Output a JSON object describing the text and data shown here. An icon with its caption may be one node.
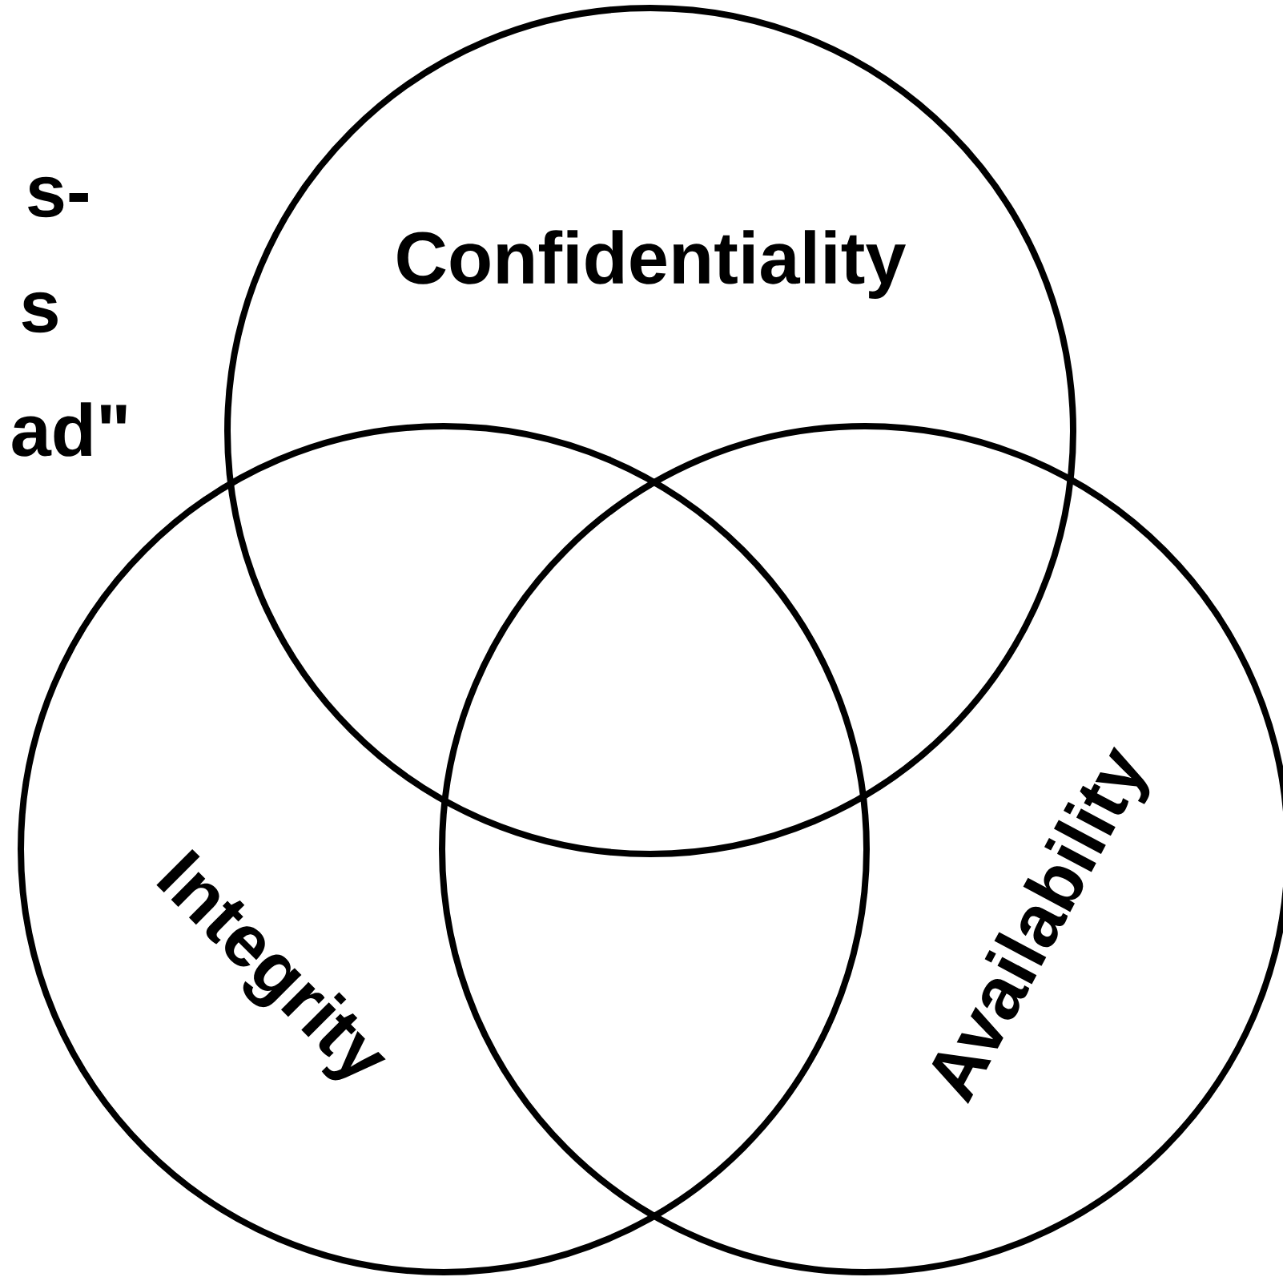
{
  "diagram": {
    "nodes": [
      {
        "text": [
          "Confidentiality"
        ]
      },
      {
        "text": [
          "Integrity"
        ]
      },
      {
        "text": [
          "Availability"
        ]
      }
    ],
    "labels": [
      "s-",
      "s",
      "ad\""
    ]
  }
}
